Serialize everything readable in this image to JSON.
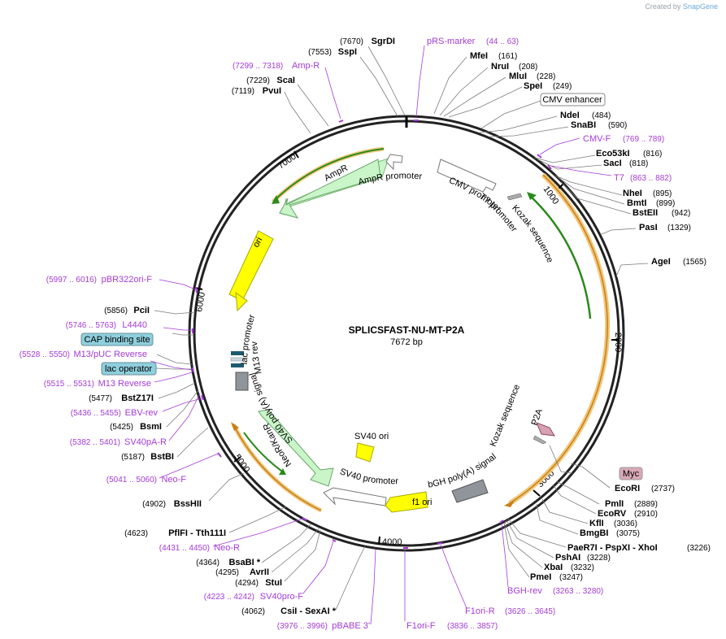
{
  "credit": {
    "prefix": "Created by",
    "brand": "SnapGene"
  },
  "plasmid": {
    "name": "SPLICSFAST-NU-MT-P2A",
    "size_label": "7672 bp"
  },
  "ticks": [
    "1000",
    "2000",
    "3000",
    "4000",
    "5000",
    "6000",
    "7000"
  ],
  "sites": [
    {
      "name": "SgrDI",
      "pos": "(7670)"
    },
    {
      "name": "SspI",
      "pos": "(7553)"
    },
    {
      "name": "ScaI",
      "pos": "(7229)"
    },
    {
      "name": "PvuI",
      "pos": "(7119)"
    },
    {
      "name": "MfeI",
      "pos": "(161)"
    },
    {
      "name": "NruI",
      "pos": "(208)"
    },
    {
      "name": "MluI",
      "pos": "(228)"
    },
    {
      "name": "SpeI",
      "pos": "(249)"
    },
    {
      "name": "NdeI",
      "pos": "(484)"
    },
    {
      "name": "SnaBI",
      "pos": "(590)"
    },
    {
      "name": "Eco53kI",
      "pos": "(816)"
    },
    {
      "name": "SacI",
      "pos": "(818)"
    },
    {
      "name": "NheI",
      "pos": "(895)"
    },
    {
      "name": "BmtI",
      "pos": "(899)"
    },
    {
      "name": "BstEII",
      "pos": "(942)"
    },
    {
      "name": "PasI",
      "pos": "(1329)"
    },
    {
      "name": "AgeI",
      "pos": "(1565)"
    },
    {
      "name": "EcoRI",
      "pos": "(2737)"
    },
    {
      "name": "PmlI",
      "pos": "(2889)"
    },
    {
      "name": "EcoRV",
      "pos": "(2910)"
    },
    {
      "name": "KflI",
      "pos": "(3036)"
    },
    {
      "name": "BmgBI",
      "pos": "(3075)"
    },
    {
      "name": "PaeR7I - PspXI - XhoI",
      "pos": "(3226)"
    },
    {
      "name": "PshAI",
      "pos": "(3228)"
    },
    {
      "name": "XbaI",
      "pos": "(3232)"
    },
    {
      "name": "PmeI",
      "pos": "(3247)"
    },
    {
      "name": "PciI",
      "pos": "(5856)"
    },
    {
      "name": "BstZ17I",
      "pos": "(5477)"
    },
    {
      "name": "BsmI",
      "pos": "(5425)"
    },
    {
      "name": "BstBI",
      "pos": "(5187)"
    },
    {
      "name": "BssHII",
      "pos": "(4902)"
    },
    {
      "name": "PflFI - Tth111I",
      "pos": "(4623)"
    },
    {
      "name": "BsaBI *",
      "pos": "(4364)"
    },
    {
      "name": "AvrII",
      "pos": "(4295)"
    },
    {
      "name": "StuI",
      "pos": "(4294)"
    },
    {
      "name": "CsiI - SexAI *",
      "pos": "(4062)"
    }
  ],
  "primers": [
    {
      "name": "pRS-marker",
      "range": "(44 .. 63)"
    },
    {
      "name": "Amp-R",
      "range": "(7299 .. 7318)"
    },
    {
      "name": "CMV-F",
      "range": "(769 .. 789)"
    },
    {
      "name": "T7",
      "range": "(863 .. 882)"
    },
    {
      "name": "pBR322ori-F",
      "range": "(5997 .. 6016)"
    },
    {
      "name": "L4440",
      "range": "(5746 .. 5763)"
    },
    {
      "name": "M13/pUC Reverse",
      "range": "(5528 .. 5550)"
    },
    {
      "name": "M13 Reverse",
      "range": "(5515 .. 5531)"
    },
    {
      "name": "EBV-rev",
      "range": "(5436 .. 5455)"
    },
    {
      "name": "SV40pA-R",
      "range": "(5382 .. 5401)"
    },
    {
      "name": "Neo-F",
      "range": "(5041 .. 5060)"
    },
    {
      "name": "Neo-R",
      "range": "(4431 .. 4450)"
    },
    {
      "name": "SV40pro-F",
      "range": "(4223 .. 4242)"
    },
    {
      "name": "pBABE 3'",
      "range": "(3976 .. 3996)"
    },
    {
      "name": "F1ori-F",
      "range": "(3836 .. 3857)"
    },
    {
      "name": "F1ori-R",
      "range": "(3626 .. 3645)"
    },
    {
      "name": "BGH-rev",
      "range": "(3263 .. 3280)"
    }
  ],
  "boxed": [
    {
      "name": "CMV enhancer"
    },
    {
      "name": "Myc"
    },
    {
      "name": "CAP binding site"
    },
    {
      "name": "lac operator"
    }
  ],
  "features": {
    "ampr_promoter": "AmpR promoter",
    "ampr": "AmpR",
    "ori": "ori",
    "cmv_promoter": "CMV promoter",
    "t7_promoter": "T7 promoter",
    "kozak1": "Kozak sequence",
    "kozak2": "Kozak sequence",
    "p2a": "P2A",
    "lac_promoter": "lac promoter",
    "m13_rev": "M13 rev",
    "sv40_polya": "SV40 poly(A) signal",
    "neo": "NeoR/KanR",
    "sv40_ori": "SV40 ori",
    "sv40_promoter": "SV40 promoter",
    "f1_ori": "f1 ori",
    "bgh": "bGH poly(A) signal"
  }
}
